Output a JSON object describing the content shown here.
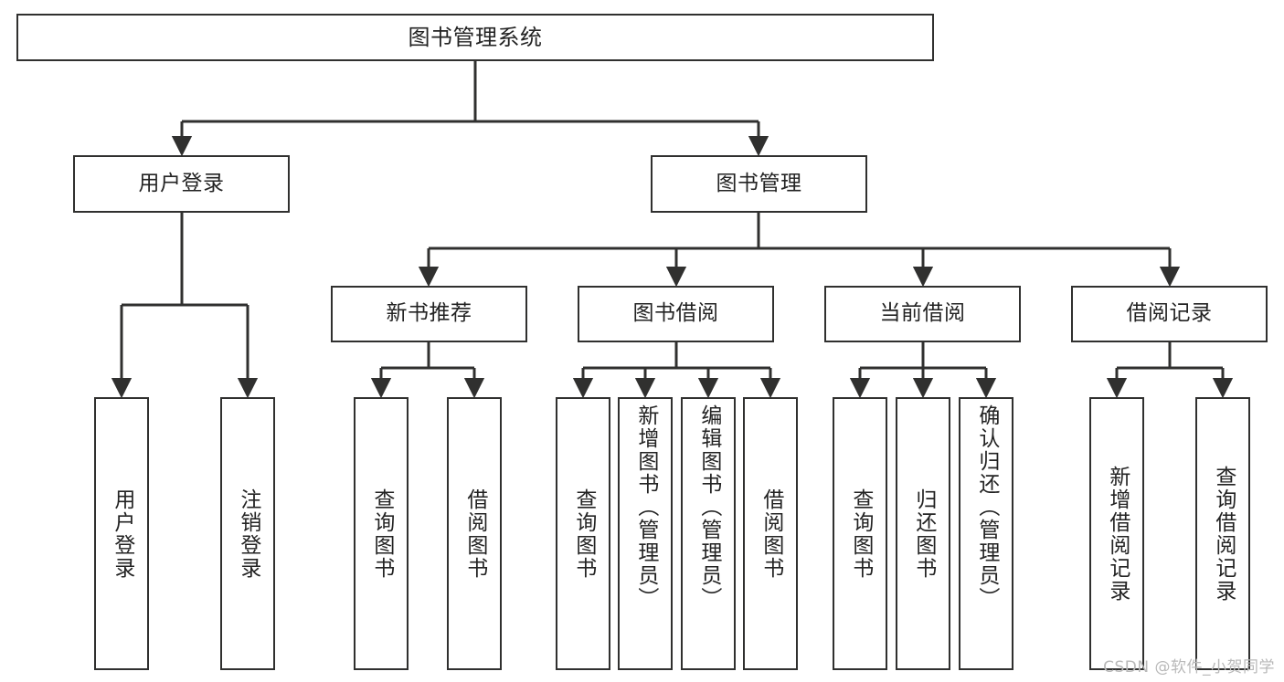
{
  "diagram": {
    "type": "hierarchy-tree",
    "title": "图书管理系统",
    "watermark": "CSDN @软件_小贺同学",
    "stroke_color": "#30302f",
    "fill_color": "#ffffff",
    "text_color": "#232323",
    "nodes": {
      "root": {
        "label": "图书管理系统",
        "level": 1,
        "orientation": "horizontal"
      },
      "level2": [
        {
          "id": "user-login",
          "label": "用户登录"
        },
        {
          "id": "book-management",
          "label": "图书管理"
        }
      ],
      "level3": [
        {
          "id": "new-book-recommend",
          "label": "新书推荐",
          "parent": "book-management"
        },
        {
          "id": "book-borrow",
          "label": "图书借阅",
          "parent": "book-management"
        },
        {
          "id": "current-borrow",
          "label": "当前借阅",
          "parent": "book-management"
        },
        {
          "id": "borrow-record",
          "label": "借阅记录",
          "parent": "book-management"
        }
      ],
      "leaves": [
        {
          "id": "leaf-user-login",
          "label": "用户登录",
          "parent": "user-login"
        },
        {
          "id": "leaf-user-logout",
          "label": "注销登录",
          "parent": "user-login"
        },
        {
          "id": "leaf-query-book-1",
          "label": "查询图书",
          "parent": "new-book-recommend"
        },
        {
          "id": "leaf-borrow-book-1",
          "label": "借阅图书",
          "parent": "new-book-recommend"
        },
        {
          "id": "leaf-query-book-2",
          "label": "查询图书",
          "parent": "book-borrow"
        },
        {
          "id": "leaf-add-book",
          "label": "新增图书（管理员）",
          "parent": "book-borrow"
        },
        {
          "id": "leaf-edit-book",
          "label": "编辑图书（管理员）",
          "parent": "book-borrow"
        },
        {
          "id": "leaf-borrow-book-2",
          "label": "借阅图书",
          "parent": "book-borrow"
        },
        {
          "id": "leaf-query-book-3",
          "label": "查询图书",
          "parent": "current-borrow"
        },
        {
          "id": "leaf-return-book",
          "label": "归还图书",
          "parent": "current-borrow"
        },
        {
          "id": "leaf-confirm-return",
          "label": "确认归还（管理员）",
          "parent": "current-borrow"
        },
        {
          "id": "leaf-add-record",
          "label": "新增借阅记录",
          "parent": "borrow-record"
        },
        {
          "id": "leaf-query-record",
          "label": "查询借阅记录",
          "parent": "borrow-record"
        }
      ]
    }
  }
}
